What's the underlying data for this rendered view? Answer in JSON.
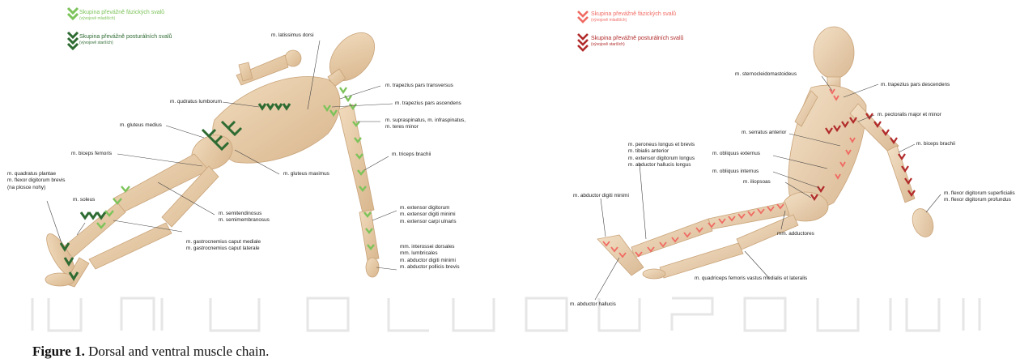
{
  "caption": {
    "figure_label": "Figure 1.",
    "text": " Dorsal and ventral muscle chain."
  },
  "colors": {
    "phasic_green": "#7cc35a",
    "postural_green": "#2e6b32",
    "phasic_red": "#f06a62",
    "postural_red": "#b12a2a",
    "wood": "#e7ccaa"
  },
  "left": {
    "legend": {
      "phasic_title": "Skupina převážně fázických svalů",
      "phasic_sub": "(vývojově mladších)",
      "postural_title": "Skupina převážně posturálních svalů",
      "postural_sub": "(vývojově starších)"
    },
    "labels": {
      "latissimus": "m. latissimus dorsi",
      "qudratus": "m. qudratus lumborum",
      "gluteus_medius": "m. gluteus medius",
      "biceps_femoris": "m. biceps femoris",
      "quadratus_plantae": "m. quadratus plantae",
      "flexor_dig_brevis": "m. flexor digitorum brevis",
      "na_plosce": "(na ploscе nohy)",
      "soleus": "m. soleus",
      "semitendinosus": "m. semitendinosus",
      "semimembranosus": "m. semimembranosus",
      "gastro_med": "m. gastrocnemius caput mediale",
      "gastro_lat": "m. gastrocnemius caput laterale",
      "gluteus_max": "m. gluteus maximus",
      "trap_transv": "m. trapezius pars transversus",
      "trap_asc": "m. trapezius pars ascendens",
      "supraspinatus": "m. supraspinatus, m. infraspinatus,",
      "teres": "m. teres minor",
      "triceps": "m. triceps brachii",
      "ext_dig": "m. extensor digitorum",
      "ext_dig_min": "m. extensor digiti minimi",
      "ext_carpi": "m. extensor carpi ulnaris",
      "interossei": "mm. interossei dorsales",
      "lumbricales": "mm. lumbricales",
      "abd_dig_min": "m. abductor digiti minimi",
      "abd_poll": "m. abductor pollicis brevis"
    }
  },
  "right": {
    "legend": {
      "phasic_title": "Skupina převážně fázických svalů",
      "phasic_sub": "(vývojově mladších)",
      "postural_title": "Skupina převážně posturálních svalů",
      "postural_sub": "(vývojově starších)"
    },
    "labels": {
      "scm": "m. sternocleidomastoideus",
      "trap_desc": "m. trapezius pars descendens",
      "pectoralis": "m. pectoralis major et minor",
      "serratus": "m. serratus anterior",
      "peroneus": "m. peroneus longus et brevis",
      "tibialis": "m. tibialis anterior",
      "ext_dig_long": "m. extensor digitorum longus",
      "ext_hall": "m. abductor hallucis longus",
      "obl_ext": "m. obliquus externus",
      "obl_int": "m. obliquus internus",
      "iliopsoas": "m. iliopsoas",
      "biceps_brachii": "m. biceps brachii",
      "flex_sup": "m. flexor digitorum superficialis",
      "flex_prof": "m. flexor digitorum profundus",
      "abd_dig_min": "m. abductor digiti minimi",
      "adductores": "mm. adductores",
      "quadriceps": "m. quadriceps femoris vastus medialis et lateralis",
      "abd_hallucis": "m. abductor hallucis"
    }
  }
}
